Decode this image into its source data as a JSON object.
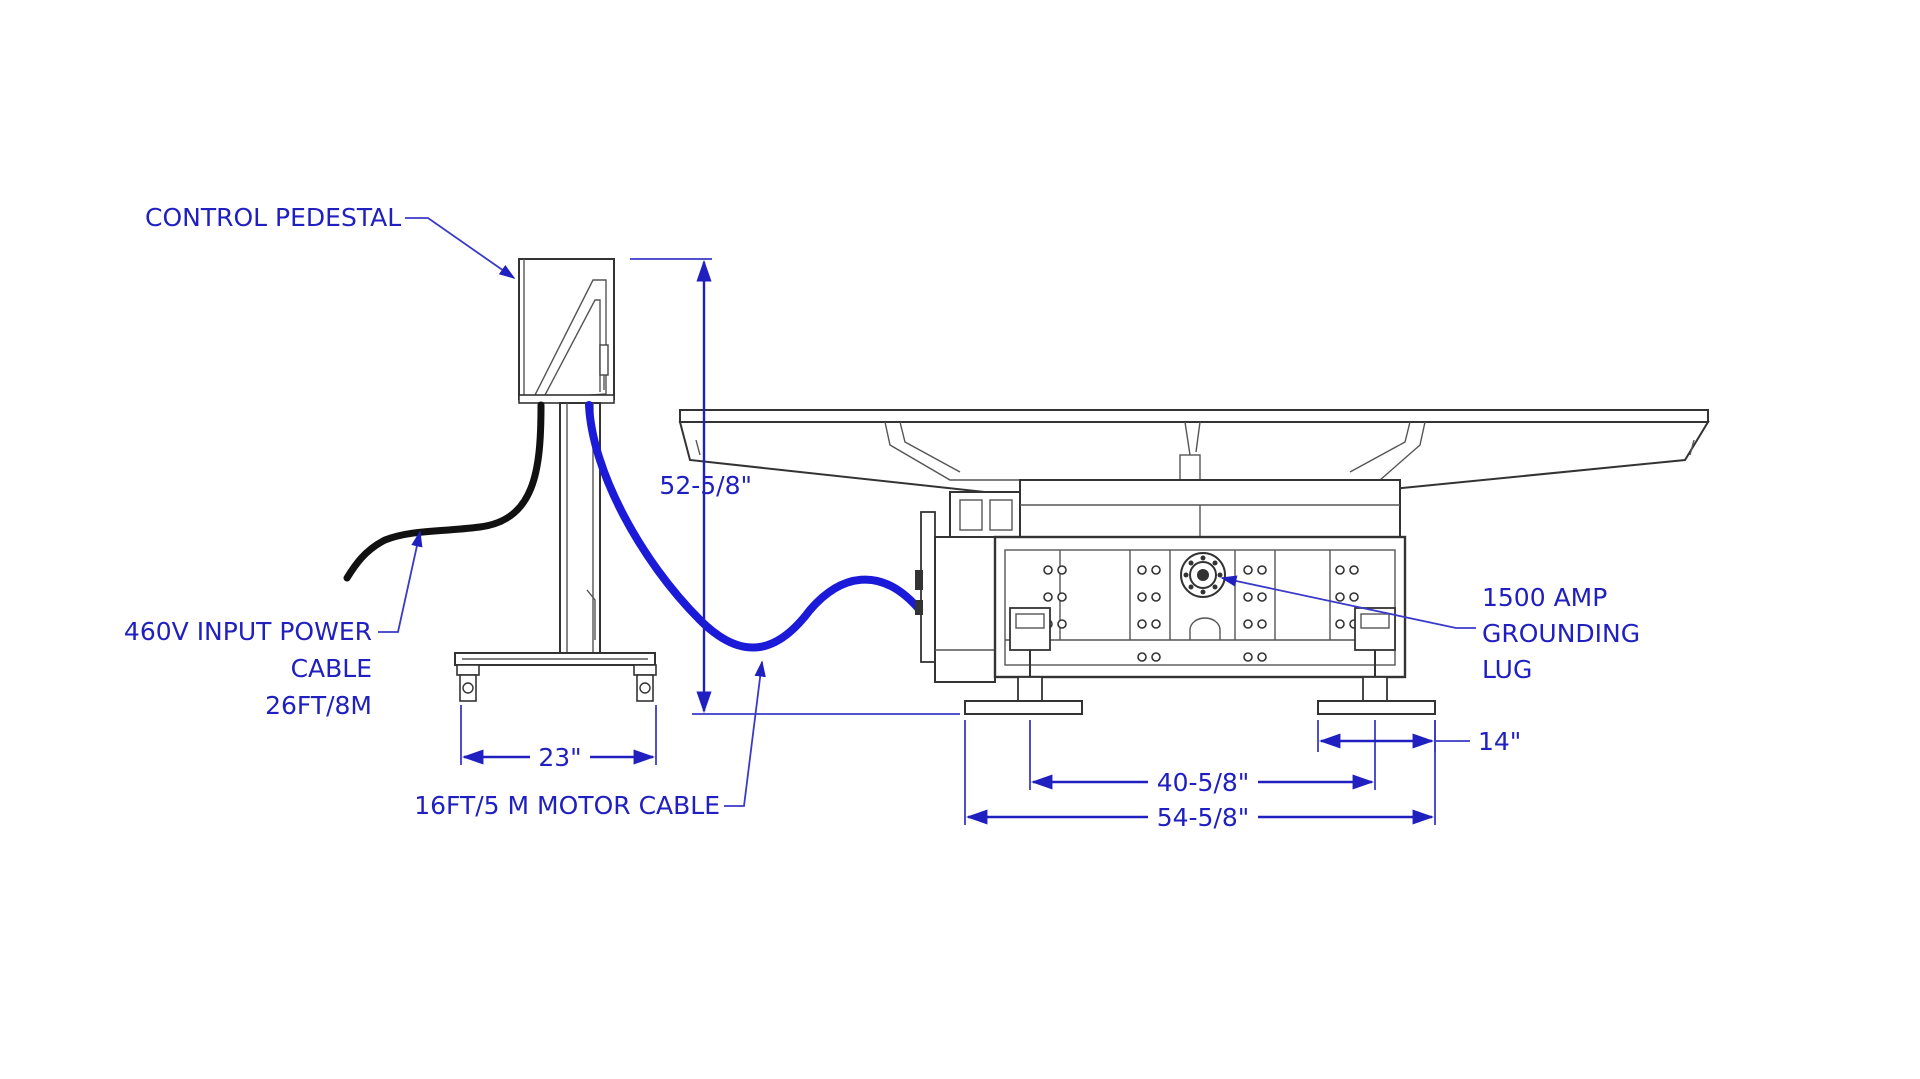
{
  "colors": {
    "annotation": "#2020c0",
    "motor_cable": "#1a1ad8",
    "power_cable": "#111111",
    "drawing": "#333333",
    "background": "#ffffff"
  },
  "labels": {
    "control_pedestal": "CONTROL PEDESTAL",
    "input_power_line1": "460V INPUT POWER",
    "input_power_line2": "CABLE",
    "input_power_line3": "26FT/8M",
    "motor_cable": "16FT/5 M MOTOR CABLE",
    "grounding_line1": "1500 AMP",
    "grounding_line2": "GROUNDING",
    "grounding_line3": "LUG"
  },
  "dimensions": {
    "height": "52-5/8\"",
    "pedestal_base_width": "23\"",
    "foot_center_span": "40-5/8\"",
    "overall_base_width": "54-5/8\"",
    "foot_width": "14\""
  }
}
